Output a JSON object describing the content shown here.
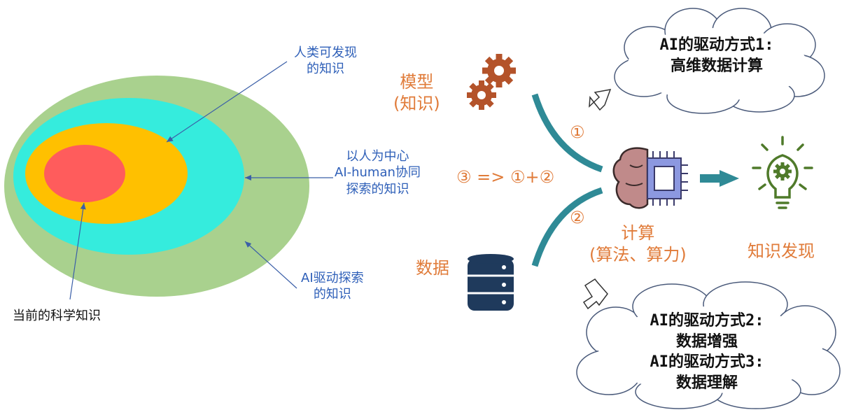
{
  "colors": {
    "outer": "#a9d18e",
    "cyan": "#35ecdd",
    "yellow": "#ffc000",
    "red": "#ff5c5c",
    "blue_text": "#2e5fb8",
    "orange_text": "#e07b39",
    "teal": "#2f8a96",
    "gear": "#b4532a",
    "bulb": "#4f7a2a",
    "database": "#1f3a5c",
    "brain": "#c08a8a",
    "chip": "#5a67c4"
  },
  "labels": {
    "human_knowledge": [
      "人类可发现",
      "的知识"
    ],
    "ai_human": [
      "以人为中心",
      "AI-human协同",
      "探索的知识"
    ],
    "ai_driven": [
      "AI驱动探索",
      "的知识"
    ],
    "current": "当前的科学知识",
    "model": [
      "模型",
      "(知识)"
    ],
    "data": "数据",
    "compute": [
      "计算",
      "(算法、算力)"
    ],
    "discovery": "知识发现",
    "formula": "③ => ①+②",
    "num1": "①",
    "num2": "②"
  },
  "clouds": {
    "top": [
      "AI的驱动方式1:",
      "高维数据计算"
    ],
    "bottom": [
      "AI的驱动方式2:",
      "数据增强",
      "AI的驱动方式3:",
      "数据理解"
    ]
  },
  "icons": {
    "gears": "gears-icon",
    "database": "database-icon",
    "brain_chip": "brain-chip-icon",
    "bulb": "lightbulb-gear-icon"
  }
}
